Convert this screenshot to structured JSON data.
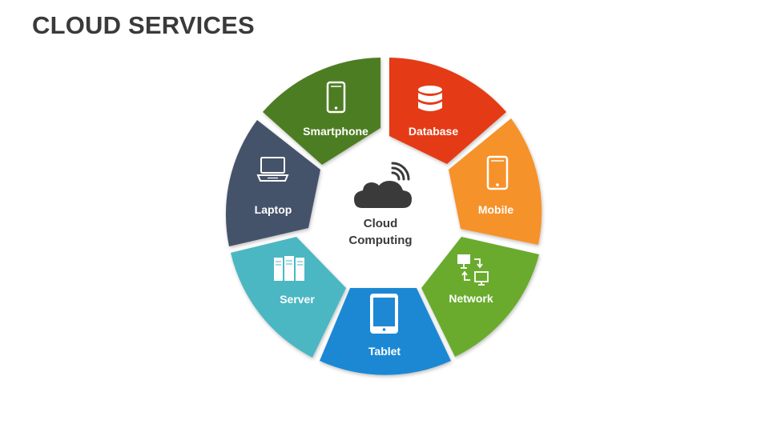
{
  "title": "CLOUD SERVICES",
  "center": {
    "line1": "Cloud",
    "line2": "Computing",
    "icon": "cloud-wifi-icon"
  },
  "segments": [
    {
      "id": "smartphone",
      "label": "Smartphone",
      "color": "#4e7d23",
      "icon": "smartphone-icon"
    },
    {
      "id": "database",
      "label": "Database",
      "color": "#e43b14",
      "icon": "database-icon"
    },
    {
      "id": "mobile",
      "label": "Mobile",
      "color": "#f6922a",
      "icon": "mobile-icon"
    },
    {
      "id": "network",
      "label": "Network",
      "color": "#6aab2e",
      "icon": "network-icon"
    },
    {
      "id": "tablet",
      "label": "Tablet",
      "color": "#1e88d4",
      "icon": "tablet-icon"
    },
    {
      "id": "server",
      "label": "Server",
      "color": "#4bb7c3",
      "icon": "server-icon"
    },
    {
      "id": "laptop",
      "label": "Laptop",
      "color": "#44526a",
      "icon": "laptop-icon"
    }
  ]
}
